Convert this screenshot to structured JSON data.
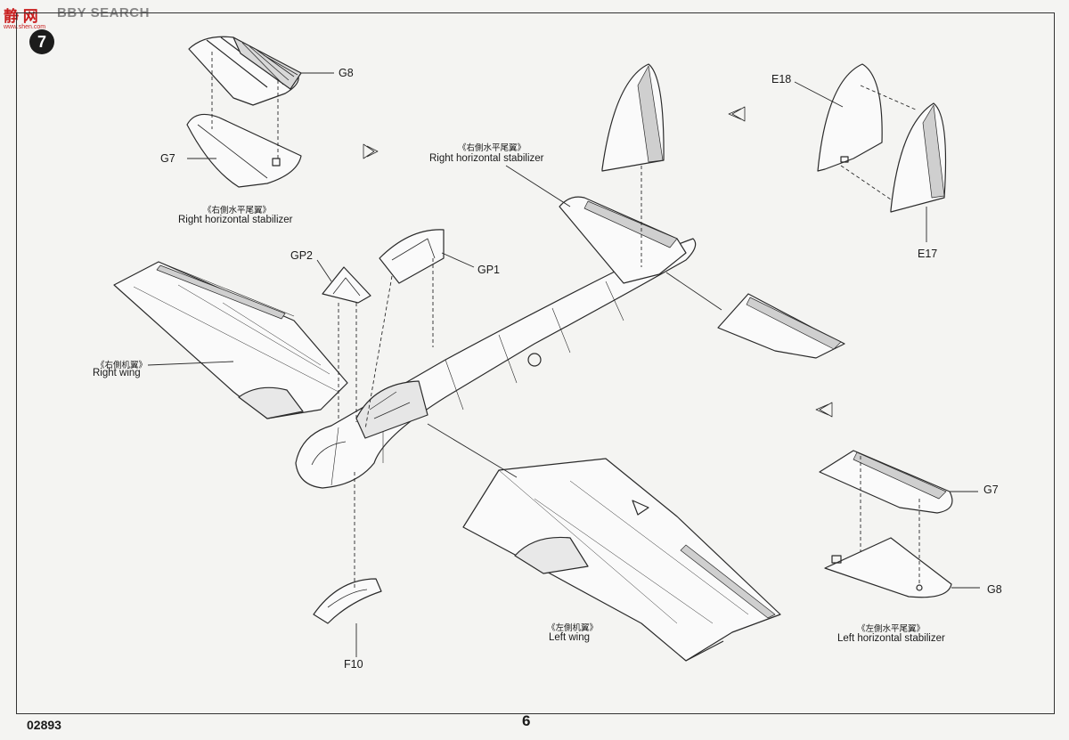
{
  "watermark": {
    "logo": "静 网",
    "text": "BBY SEARCH",
    "url": "www.shen.com"
  },
  "step": "7",
  "parts": {
    "g8_top": "G8",
    "g7_top": "G7",
    "gp2": "GP2",
    "gp1": "GP1",
    "e18": "E18",
    "e17": "E17",
    "g7_bottom": "G7",
    "g8_bottom": "G8",
    "f10": "F10"
  },
  "captions": {
    "right_hstab_left": {
      "cn": "《右側水平尾翼》",
      "en": "Right horizontal stabilizer"
    },
    "right_hstab_center": {
      "cn": "《右側水平尾翼》",
      "en": "Right horizontal stabilizer"
    },
    "right_wing": {
      "cn": "《右側机翼》",
      "en": "Right wing"
    },
    "left_wing": {
      "cn": "《左側机翼》",
      "en": "Left wing"
    },
    "left_hstab": {
      "cn": "《左側水平尾翼》",
      "en": "Left horizontal stabilizer"
    }
  },
  "footer": {
    "code": "02893",
    "page": "6"
  },
  "colors": {
    "line": "#2a2a2a",
    "paper": "#f4f4f2",
    "watermark": "#c81e1e"
  }
}
